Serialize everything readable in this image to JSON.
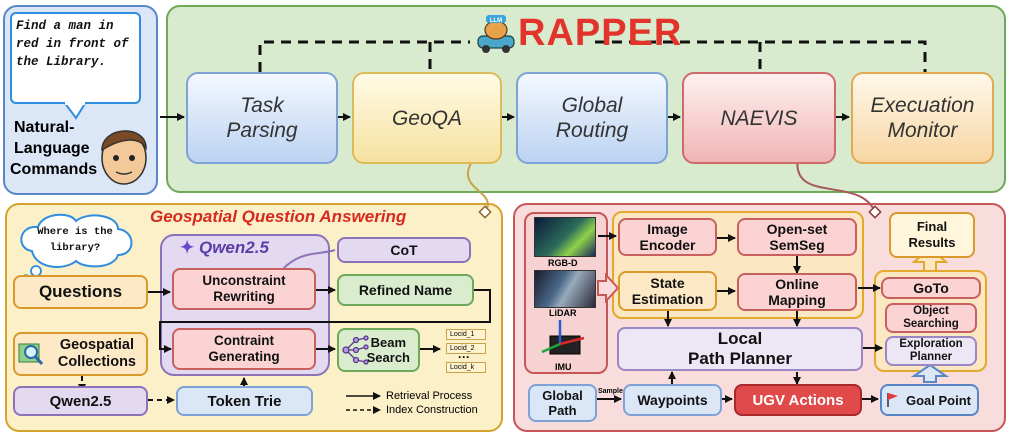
{
  "user_panel": {
    "speech": "Find a man in red in front of the Library.",
    "caption_line1": "Natural-",
    "caption_line2": "Language",
    "caption_line3": "Commands"
  },
  "pipeline": {
    "title": "RAPPER",
    "logo_badge": "LLM",
    "stages": [
      {
        "line1": "Task",
        "line2": "Parsing"
      },
      {
        "line1": "GeoQA",
        "line2": ""
      },
      {
        "line1": "Global",
        "line2": "Routing"
      },
      {
        "line1": "NAEVIS",
        "line2": ""
      },
      {
        "line1": "Execuation",
        "line2": "Monitor"
      }
    ]
  },
  "geoqa_panel": {
    "title": "Geospatial Question Answering",
    "thought": "Where is the library?",
    "qwen_logo": "Qwen2.5",
    "questions": "Questions",
    "rewriting_line1": "Unconstraint",
    "rewriting_line2": "Rewriting",
    "generating_line1": "Contraint",
    "generating_line2": "Generating",
    "cot": "CoT",
    "refined_name": "Refined Name",
    "beam_line1": "Beam",
    "beam_line2": "Search",
    "locids": [
      "Locid_1",
      "Locid_2",
      "Locid_k"
    ],
    "collections_line1": "Geospatial",
    "collections_line2": "Collections",
    "qwen_box": "Qwen2.5",
    "token_trie": "Token Trie",
    "legend_retrieval": "Retrieval Process",
    "legend_index": "Index Construction"
  },
  "naevis_panel": {
    "sensors": [
      "RGB-D",
      "LiDAR",
      "IMU"
    ],
    "image_encoder_line1": "Image",
    "image_encoder_line2": "Encoder",
    "semseg_line1": "Open-set",
    "semseg_line2": "SemSeg",
    "state_line1": "State",
    "state_line2": "Estimation",
    "mapping_line1": "Online",
    "mapping_line2": "Mapping",
    "local_line1": "Local",
    "local_line2": "Path Planner",
    "final_line1": "Final",
    "final_line2": "Results",
    "goto": "GoTo",
    "object_line1": "Object",
    "object_line2": "Searching",
    "explore_line1": "Exploration",
    "explore_line2": "Planner",
    "global_line1": "Global",
    "global_line2": "Path",
    "sample": "Sample",
    "waypoints": "Waypoints",
    "ugv": "UGV Actions",
    "goal": "Goal Point"
  },
  "colors": {
    "pipeline_bg": "#d8ebcf",
    "geoqa_bg": "#fbf0c8",
    "naevis_bg": "#f9dcdc",
    "user_bg": "#dbe6f7",
    "title_red": "#d62a1e",
    "title_orange": "#f07a23"
  }
}
